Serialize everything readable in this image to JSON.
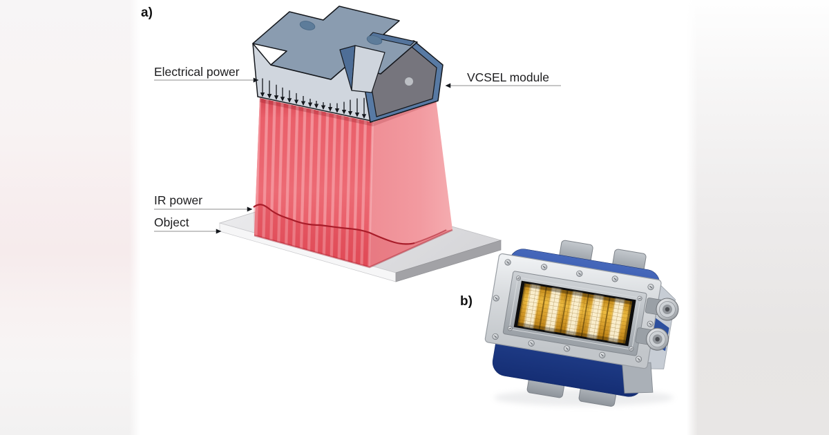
{
  "panel_a_label": "a)",
  "panel_b_label": "b)",
  "annotations": {
    "electrical_power": "Electrical power",
    "vcsel_module": "VCSEL module",
    "ir_power": "IR power",
    "object_label": "Object"
  },
  "icons": {
    "down_arrows": "down-arrow-icon",
    "leader_arrows": "leader-arrowhead-icon"
  },
  "colors": {
    "panel_background": "#ffffff",
    "beam_red": "#e85b66",
    "beam_stripe_light": "#f6a2a8",
    "beam_side_pink": "#f29aa0",
    "beam_profile_line": "#a81c29",
    "module_top_blue_gray": "#8a9cb0",
    "module_front_light": "#d0d6de",
    "module_side_dark": "#76757d",
    "module_rim_blue": "#587aa4",
    "module_hole_blue": "#5d7c9a",
    "object_plate_gray": "#e4e4e6",
    "device_housing_blue": "#2a4c9d",
    "device_faceplate_metal": "#d9dcdf",
    "vcsel_array_gold": "#dba32f"
  }
}
